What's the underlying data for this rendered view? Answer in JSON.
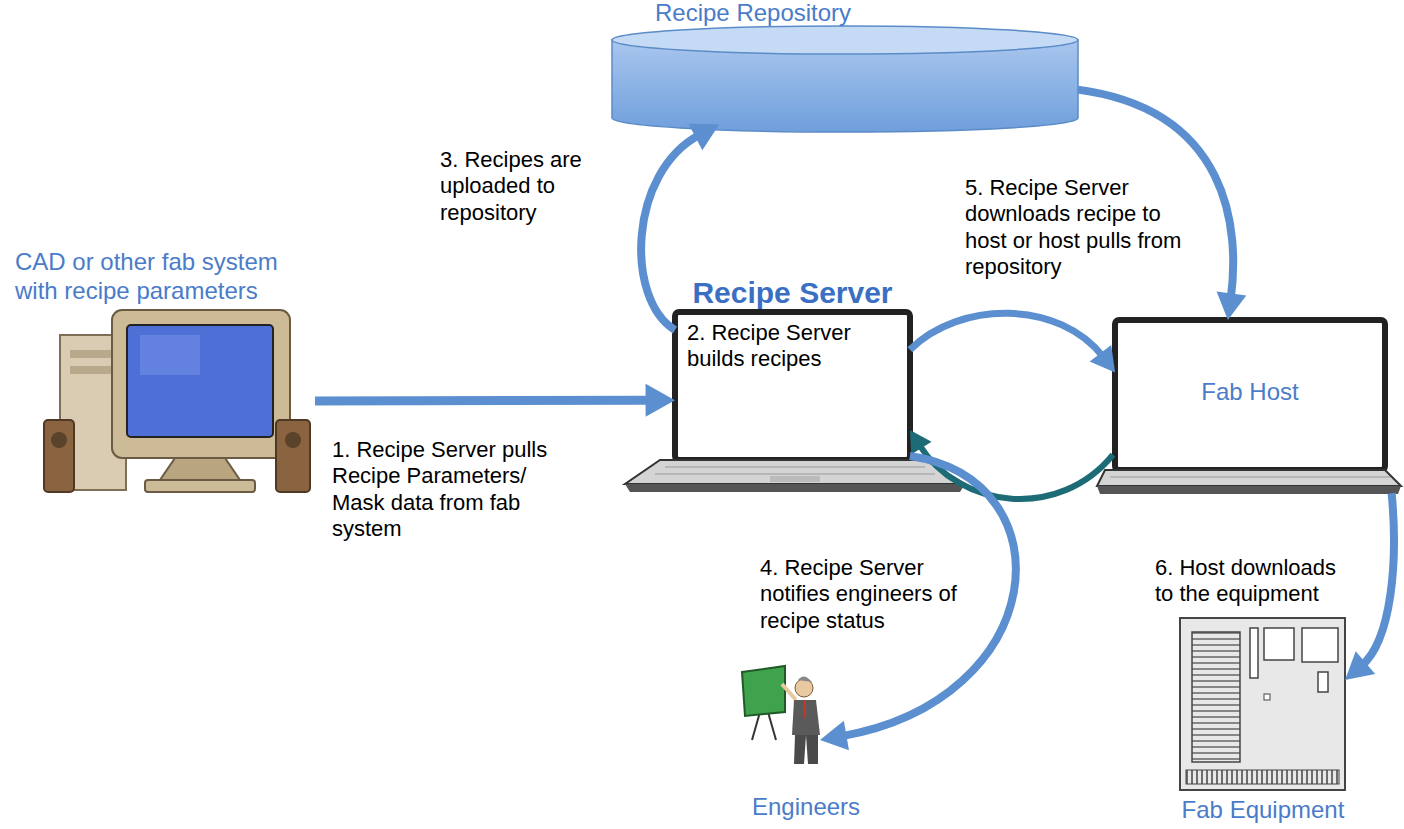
{
  "diagram": {
    "nodes": [
      {
        "text": [
          "Recipe Repository"
        ]
      },
      {
        "text": [
          "CAD or other fab system with recipe parameters"
        ]
      },
      {
        "text": [
          "Recipe Server",
          "2. Recipe Server builds recipes"
        ]
      },
      {
        "text": [
          "Fab Host"
        ]
      },
      {
        "text": [
          "Engineers"
        ]
      },
      {
        "text": [
          "Fab Equipment"
        ]
      }
    ],
    "edges": [
      {
        "from": 1,
        "to": 2,
        "arrow": "to",
        "label": "1. Recipe Server pulls Recipe Parameters/ Mask data from fab system"
      },
      {
        "from": 2,
        "to": 0,
        "arrow": "to",
        "label": "3. Recipes are uploaded to repository"
      },
      {
        "from": 0,
        "to": 3,
        "arrow": "to",
        "label": "5. Recipe Server downloads recipe to host or host pulls from repository"
      },
      {
        "from": 2,
        "to": 3,
        "arrow": "to"
      },
      {
        "from": 3,
        "to": 2,
        "arrow": "to"
      },
      {
        "from": 2,
        "to": 4,
        "arrow": "to",
        "label": "4. Recipe Server notifies engineers of recipe status"
      },
      {
        "from": 3,
        "to": 5,
        "arrow": "to",
        "label": "6. Host downloads to the equipment"
      }
    ]
  }
}
